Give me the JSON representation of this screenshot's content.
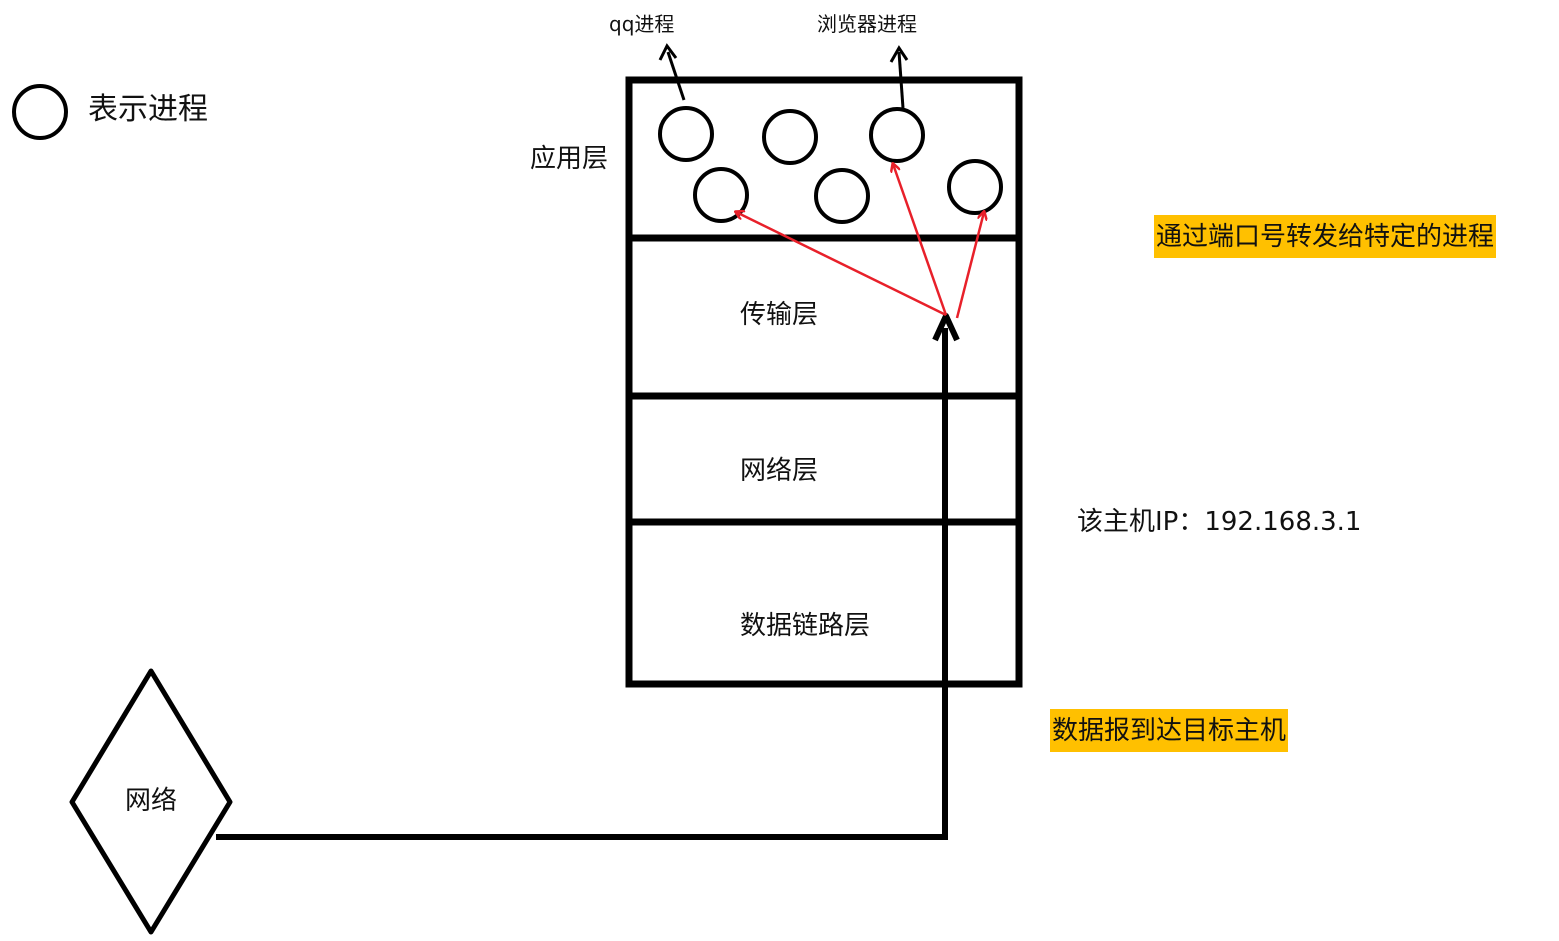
{
  "legend": {
    "text": "表示进程"
  },
  "process_labels": {
    "qq": "qq进程",
    "browser": "浏览器进程"
  },
  "layers": {
    "application": "应用层",
    "transport": "传输层",
    "network": "网络层",
    "datalink": "数据链路层"
  },
  "network_node": "网络",
  "host_ip": "该主机IP：192.168.3.1",
  "notes": {
    "port_forward": "通过端口号转发给特定的进程",
    "datagram_arrives": "数据报到达目标主机"
  },
  "colors": {
    "stroke": "#000000",
    "arrow": "#e8202a",
    "highlight": "#ffc000"
  },
  "icons": {
    "process": "circle"
  }
}
